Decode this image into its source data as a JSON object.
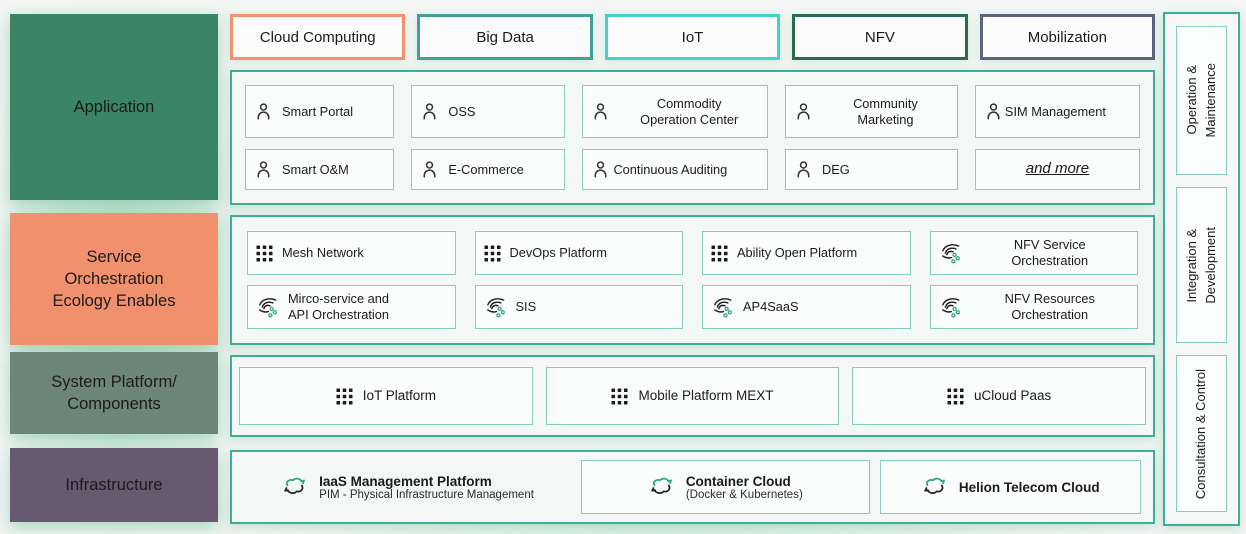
{
  "colors": {
    "application_layer": "#3a8565",
    "service_layer": "#f0906c",
    "system_layer": "#6e8678",
    "infrastructure_layer": "#685970",
    "tab_cloud": "#f0926e",
    "tab_bigdata": "#44a095",
    "tab_iot": "#3fd4c7",
    "tab_nfv": "#2c6a50",
    "tab_mobilization": "#5b647a",
    "container_border": "#3fae99",
    "item_border": "#84cec0",
    "icon_green": "#2fa57c"
  },
  "left_layers": [
    {
      "label": "Application",
      "icon": "none"
    },
    {
      "label": "Service\nOrchestration\nEcology Enables",
      "icon": "none"
    },
    {
      "label": "System Platform/\nComponents",
      "icon": "none"
    },
    {
      "label": "Infrastructure",
      "icon": "none"
    }
  ],
  "tabs": [
    {
      "label": "Cloud Computing"
    },
    {
      "label": "Big Data"
    },
    {
      "label": "IoT"
    },
    {
      "label": "NFV"
    },
    {
      "label": "Mobilization"
    }
  ],
  "application": {
    "items": [
      {
        "label": "Smart Portal",
        "icon": "user-icon"
      },
      {
        "label": "OSS",
        "icon": "user-icon"
      },
      {
        "label": "Commodity\nOperation Center",
        "icon": "user-icon"
      },
      {
        "label": "Community\nMarketing",
        "icon": "user-icon"
      },
      {
        "label": "SIM Management",
        "icon": "user-icon"
      },
      {
        "label": "Smart O&M",
        "icon": "user-icon"
      },
      {
        "label": "E-Commerce",
        "icon": "user-icon"
      },
      {
        "label": "Continuous Auditing",
        "icon": "user-icon"
      },
      {
        "label": "DEG",
        "icon": "user-icon"
      },
      {
        "label": "and more",
        "icon": "none"
      }
    ]
  },
  "service": {
    "items": [
      {
        "label": "Mesh Network",
        "icon": "grid-icon"
      },
      {
        "label": "DevOps Platform",
        "icon": "grid-icon"
      },
      {
        "label": "Ability Open Platform",
        "icon": "grid-icon"
      },
      {
        "label": "NFV Service\nOrchestration",
        "icon": "orchestration-icon"
      },
      {
        "label": "Mirco-service and\nAPI Orchestration",
        "icon": "orchestration-icon"
      },
      {
        "label": "SIS",
        "icon": "orchestration-icon"
      },
      {
        "label": "AP4SaaS",
        "icon": "orchestration-icon"
      },
      {
        "label": "NFV Resources\nOrchestration",
        "icon": "orchestration-icon"
      }
    ]
  },
  "system": {
    "items": [
      {
        "label": "IoT Platform",
        "icon": "grid-icon"
      },
      {
        "label": "Mobile Platform MEXT",
        "icon": "grid-icon"
      },
      {
        "label": "uCloud Paas",
        "icon": "grid-icon"
      }
    ]
  },
  "infrastructure": {
    "items": [
      {
        "label": "IaaS Management Platform",
        "sublabel": "PIM - Physical Infrastructure Management",
        "icon": "cloud-sync-icon"
      },
      {
        "label": "Container Cloud",
        "sublabel": "(Docker & Kubernetes)",
        "icon": "cloud-sync-icon"
      },
      {
        "label": "Helion Telecom Cloud",
        "sublabel": "",
        "icon": "cloud-sync-icon"
      }
    ]
  },
  "right_rail": [
    {
      "label": "Operation &\nMaintenance"
    },
    {
      "label": "Integration &\nDevelopment"
    },
    {
      "label": "Consultation & Control"
    }
  ]
}
